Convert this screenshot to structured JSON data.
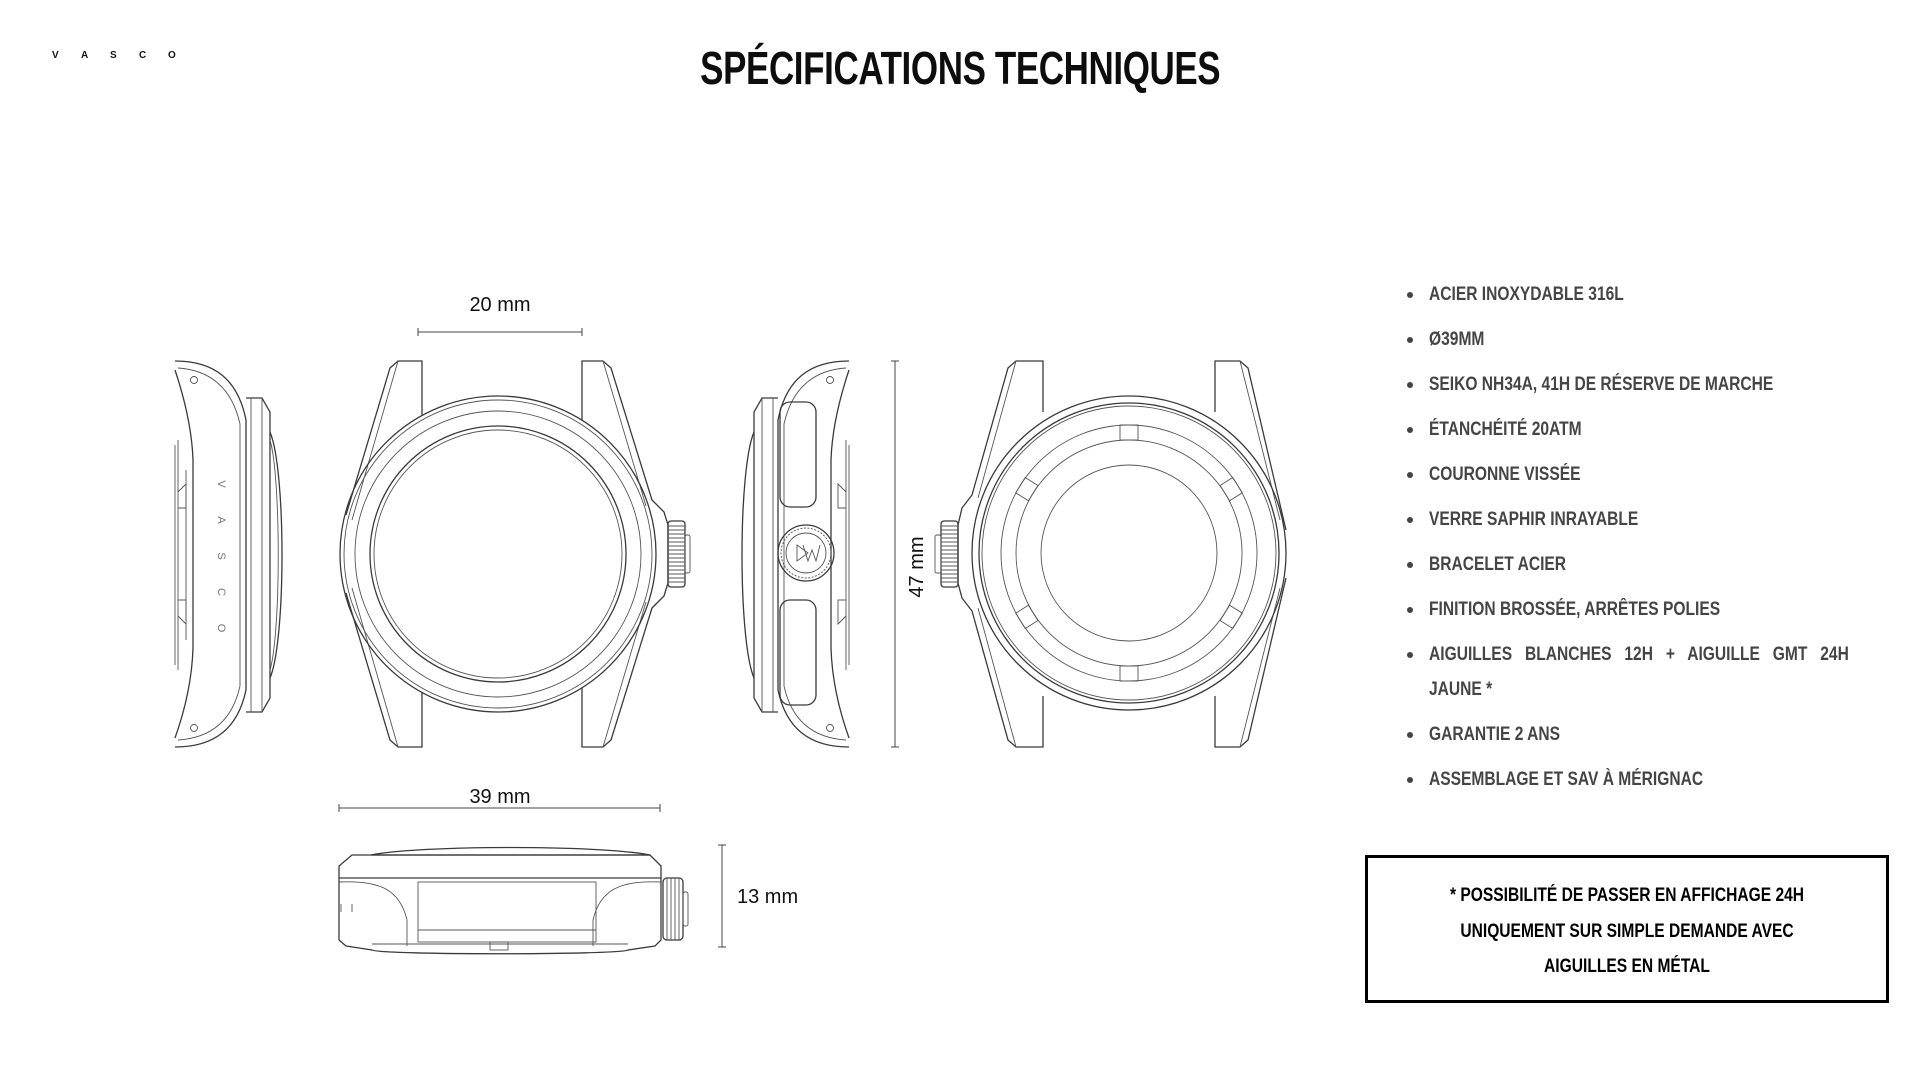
{
  "brand": {
    "logo_letters": [
      "V",
      "A",
      "S",
      "C",
      "O"
    ]
  },
  "page": {
    "title": "SPÉCIFICATIONS TECHNIQUES"
  },
  "drawing": {
    "dimensions": {
      "lug_width": "20 mm",
      "length": "47 mm",
      "diameter": "39 mm",
      "thickness": "13 mm"
    },
    "engraving": [
      "V",
      "A",
      "S",
      "C",
      "O"
    ]
  },
  "specs": {
    "items": [
      "ACIER INOXYDABLE 316L",
      "Ø39MM",
      "SEIKO NH34A, 41H DE RÉSERVE DE MARCHE",
      "ÉTANCHÉITÉ 20ATM",
      "COURONNE VISSÉE",
      "VERRE SAPHIR INRAYABLE",
      "BRACELET ACIER",
      "FINITION BROSSÉE, ARRÊTES POLIES",
      "AIGUILLES BLANCHES 12H + AIGUILLE GMT 24H JAUNE *",
      "GARANTIE 2 ANS",
      "ASSEMBLAGE ET SAV À MÉRIGNAC"
    ]
  },
  "note": {
    "lines": [
      "* POSSIBILITÉ DE PASSER EN AFFICHAGE 24H",
      "UNIQUEMENT SUR SIMPLE DEMANDE AVEC",
      "AIGUILLES EN MÉTAL"
    ]
  }
}
